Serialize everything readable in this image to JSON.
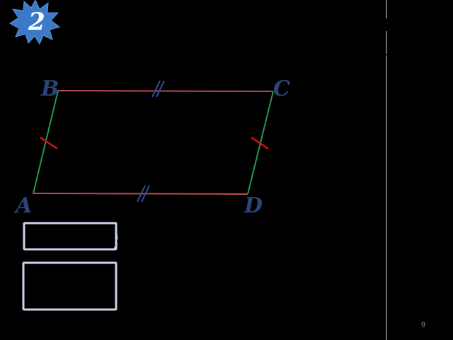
{
  "slide": {
    "badge_number": "2",
    "page_number": "9"
  },
  "figure": {
    "vertices": {
      "A": "A",
      "B": "B",
      "C": "C",
      "D": "D"
    },
    "colors": {
      "background": "#000000",
      "horizontal_sides": "#b84a55",
      "slanted_sides": "#1f9a55",
      "tick_marks_red": "#e01010",
      "tick_marks_blue": "#2f4f9e",
      "vertex_labels": "#2a4578",
      "badge_fill": "#3b79c9",
      "answer_boxes": "#c8d4ea",
      "divider": "#d8d8d8"
    }
  },
  "answer_boxes": [
    "",
    ""
  ]
}
